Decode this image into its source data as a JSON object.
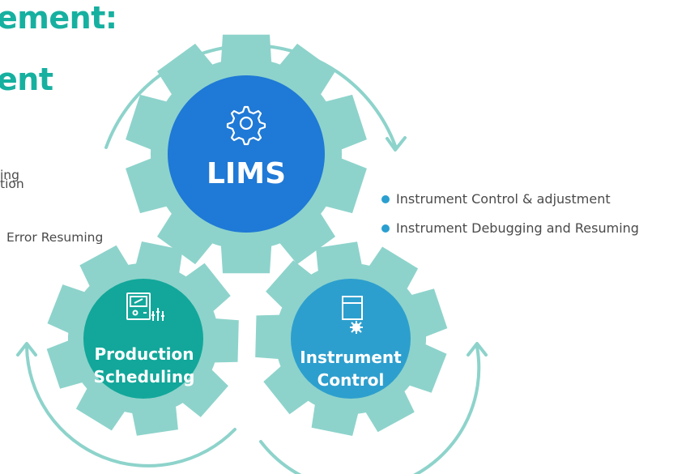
{
  "heading": {
    "line1": "ement:",
    "line2": "ent"
  },
  "left_bullets": [
    "ing",
    "tion",
    "Error Resuming"
  ],
  "right_bullets": [
    "Instrument Control & adjustment",
    "Instrument Debugging and Resuming"
  ],
  "gears": {
    "lims": {
      "label": "LIMS",
      "icon": "gear-icon",
      "color": "#1f79d6"
    },
    "production": {
      "label_line1": "Production",
      "label_line2": "Scheduling",
      "icon": "control-panel-icon",
      "color": "#12a79a"
    },
    "instrument": {
      "label_line1": "Instrument",
      "label_line2": "Control",
      "icon": "window-settings-icon",
      "color": "#2d9fce"
    }
  },
  "colors": {
    "gear": "#8dd3cb",
    "heading": "#16b0a0",
    "bullet": "#2a9fd0"
  }
}
